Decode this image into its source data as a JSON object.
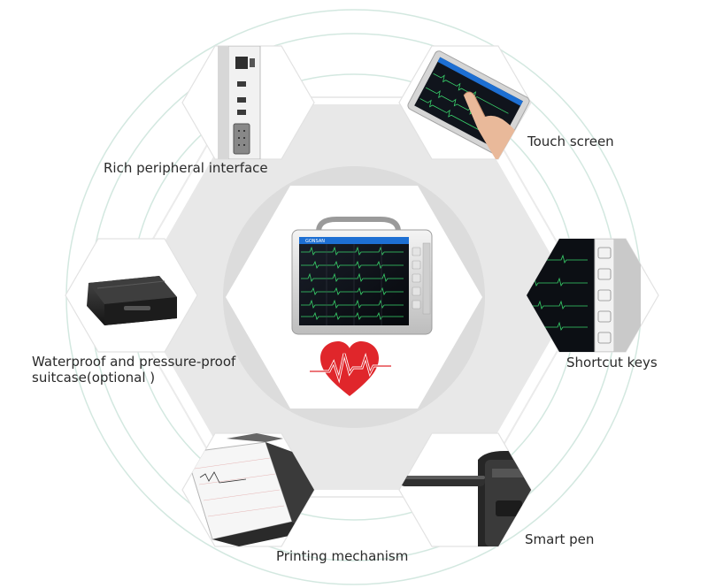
{
  "features": {
    "rich_peripheral": "Rich peripheral interface",
    "touch_screen": "Touch screen",
    "waterproof_line1": "Waterproof and pressure-proof",
    "waterproof_line2": "suitcase(optional )",
    "shortcut_keys": "Shortcut keys",
    "smart_pen": "Smart pen",
    "printing": "Printing mechanism"
  },
  "device": {
    "brand": "GONSAN"
  },
  "colors": {
    "ring": "#cfe3dc",
    "hex_gray": "#eaeaea",
    "ecg_green": "#39d36b",
    "heart_red": "#e0262b"
  },
  "icons": [
    "heart-ecg-icon",
    "device-icon",
    "suitcase-icon",
    "pen-icon",
    "printer-icon",
    "port-icon",
    "hand-icon"
  ]
}
